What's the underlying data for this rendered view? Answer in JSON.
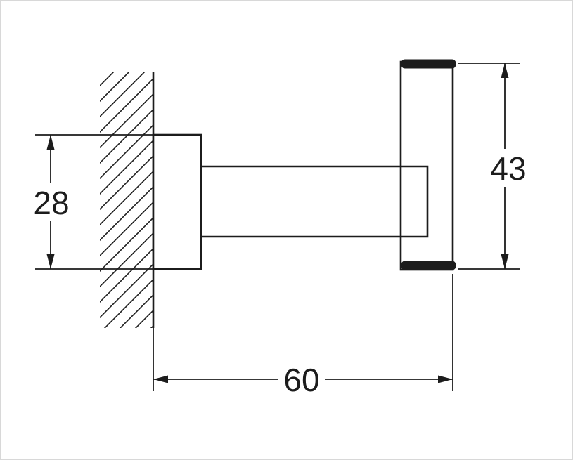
{
  "diagram": {
    "kind": "technical-drawing",
    "subject": "wall-mounted-hook-side-view"
  },
  "colors": {
    "line": "#1c1c1c",
    "background": "#ffffff",
    "frame": "#d8d8d8"
  },
  "dimensions": {
    "bracket_height": {
      "label": "28",
      "orientation": "vertical"
    },
    "plate_height": {
      "label": "43",
      "orientation": "vertical"
    },
    "projection": {
      "label": "60",
      "orientation": "horizontal"
    }
  }
}
